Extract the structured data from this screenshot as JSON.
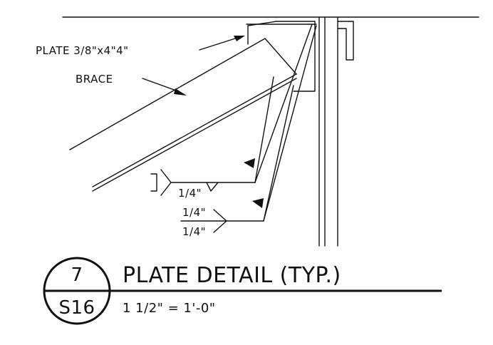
{
  "labels": {
    "plate_callout": "PLATE 3/8\"x4\"4\"",
    "brace_callout": "BRACE",
    "weld_top_size": "1/4\"",
    "weld_bottom_size_top": "1/4\"",
    "weld_bottom_size_bottom": "1/4\""
  },
  "title_block": {
    "detail_number": "7",
    "sheet_number": "S16",
    "title": "PLATE DETAIL (TYP.)",
    "scale": "1 1/2\" = 1'-0\""
  },
  "colors": {
    "line": "#111111",
    "background": "#ffffff"
  }
}
